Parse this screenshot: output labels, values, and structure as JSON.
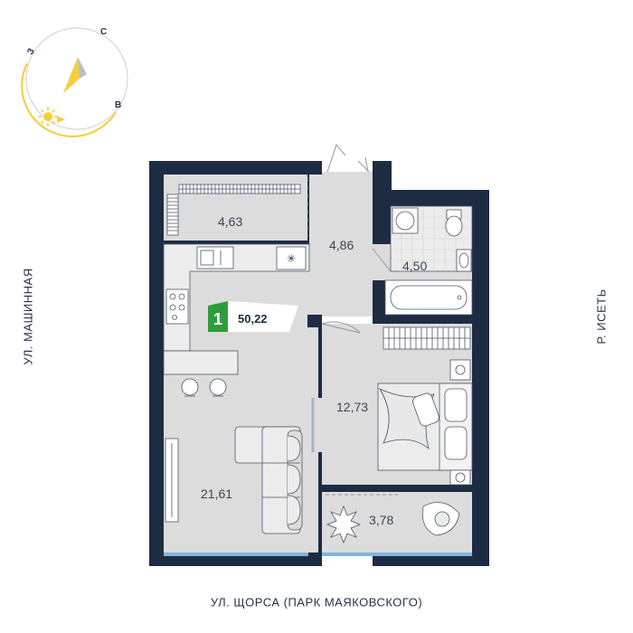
{
  "compass": {
    "north": "С",
    "west": "З",
    "east": "В"
  },
  "streets": {
    "left": "УЛ. МАШИННАЯ",
    "right": "Р. ИСЕТЬ",
    "bottom": "УЛ. ЩОРСА (ПАРК МАЯКОВСКОГО)"
  },
  "apartment": {
    "rooms_count": "1",
    "total_area": "50,22"
  },
  "rooms": [
    {
      "id": "wardrobe",
      "area": "4,63"
    },
    {
      "id": "hall",
      "area": "4,86"
    },
    {
      "id": "bathroom",
      "area": "4,50"
    },
    {
      "id": "living-kitchen",
      "area": "21,61"
    },
    {
      "id": "bedroom",
      "area": "12,73"
    },
    {
      "id": "balcony",
      "area": "3,78"
    }
  ],
  "colors": {
    "wall": "#1d2c42",
    "floor": "#dcdcdc",
    "badge_green": "#2f9c3c",
    "window_blue": "#7fb4e0",
    "compass_yellow": "#f4cf3a"
  }
}
